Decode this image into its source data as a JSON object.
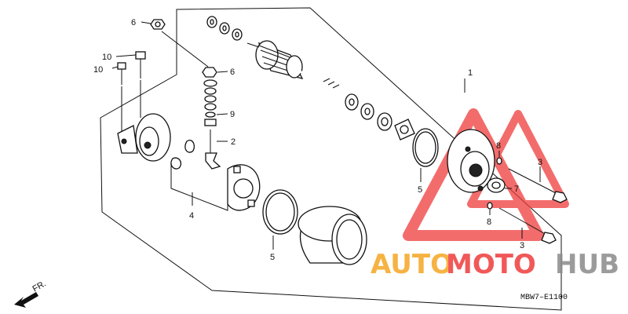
{
  "diagram": {
    "callouts": {
      "c1": "1",
      "c2": "2",
      "c3a": "3",
      "c3b": "3",
      "c4": "4",
      "c5a": "5",
      "c5b": "5",
      "c6a": "6",
      "c6b": "6",
      "c7": "7",
      "c8a": "8",
      "c8b": "8",
      "c9": "9",
      "c10a": "10",
      "c10b": "10"
    },
    "diagram_code": "MBW7–E1100",
    "direction_label": "FR."
  },
  "watermark": {
    "logo_part1": "AUTO",
    "logo_part2": "MOTO",
    "logo_part3": "HUB",
    "color_orange": "#f5a623",
    "color_red": "#ef3b3b",
    "color_gray": "#8a8a8a"
  }
}
